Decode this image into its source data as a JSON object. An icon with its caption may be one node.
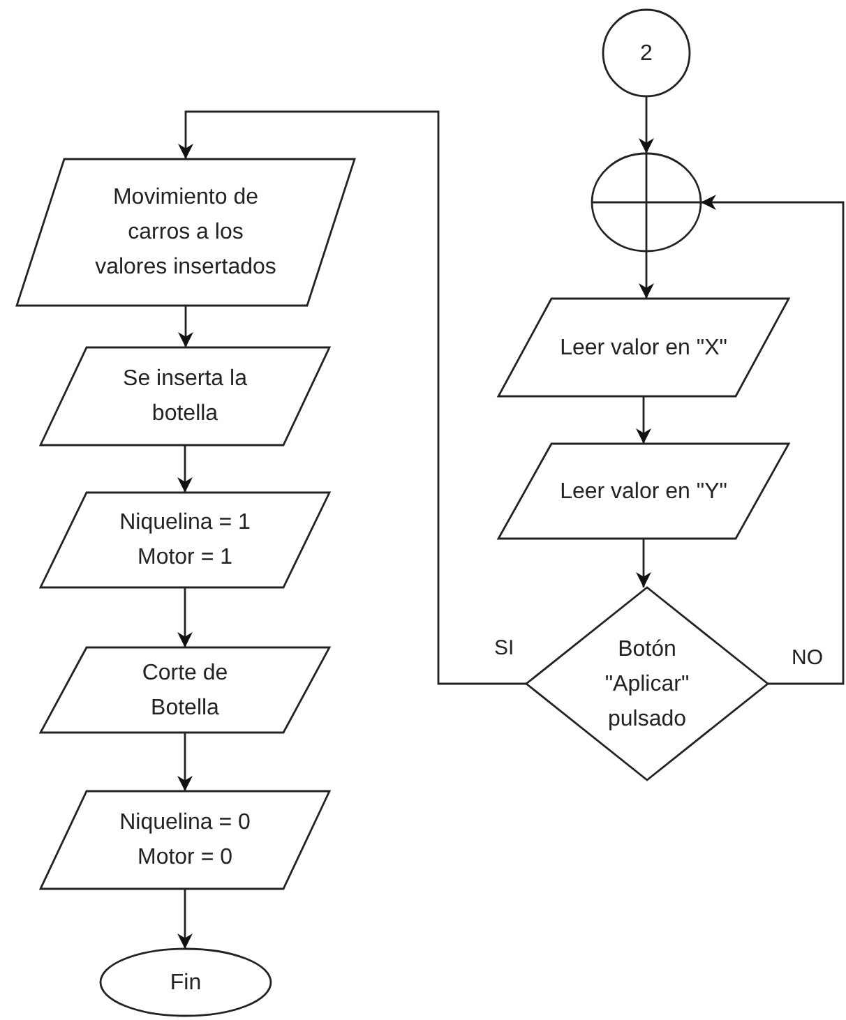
{
  "diagram": {
    "nodes": [
      {
        "text": [
          "2"
        ]
      },
      {
        "text": [],
        "shape": "circle"
      },
      {
        "text": [
          "Leer valor en \"X\""
        ]
      },
      {
        "text": [
          "Leer valor en \"Y\""
        ]
      },
      {
        "text": [
          "Botón \"Aplicar\" pulsado"
        ]
      },
      {
        "text": [
          "Movimiento de carros a los valores insertados"
        ]
      },
      {
        "text": [
          "Se inserta la botella"
        ]
      },
      {
        "text": [
          "Niquelina = 1 Motor = 1"
        ]
      },
      {
        "text": [
          "Corte de Botella"
        ]
      },
      {
        "text": [
          "Niquelina = 0 Motor = 0"
        ]
      },
      {
        "text": [
          "Fin"
        ]
      }
    ],
    "edges": [
      {
        "from": 0,
        "to": 1,
        "arrow": "to"
      },
      {
        "from": 1,
        "to": 2,
        "arrow": "to"
      },
      {
        "from": 2,
        "to": 3,
        "arrow": "to"
      },
      {
        "from": 3,
        "to": 4,
        "arrow": "to"
      },
      {
        "from": 4,
        "to": 5,
        "arrow": "to",
        "label": "SI"
      },
      {
        "from": 4,
        "to": 1,
        "arrow": "to",
        "label": "NO"
      },
      {
        "from": 5,
        "to": 6,
        "arrow": "to"
      },
      {
        "from": 6,
        "to": 7,
        "arrow": "to"
      },
      {
        "from": 7,
        "to": 8,
        "arrow": "to"
      },
      {
        "from": 8,
        "to": 9,
        "arrow": "to"
      },
      {
        "from": 9,
        "to": 10,
        "arrow": "to"
      }
    ]
  }
}
